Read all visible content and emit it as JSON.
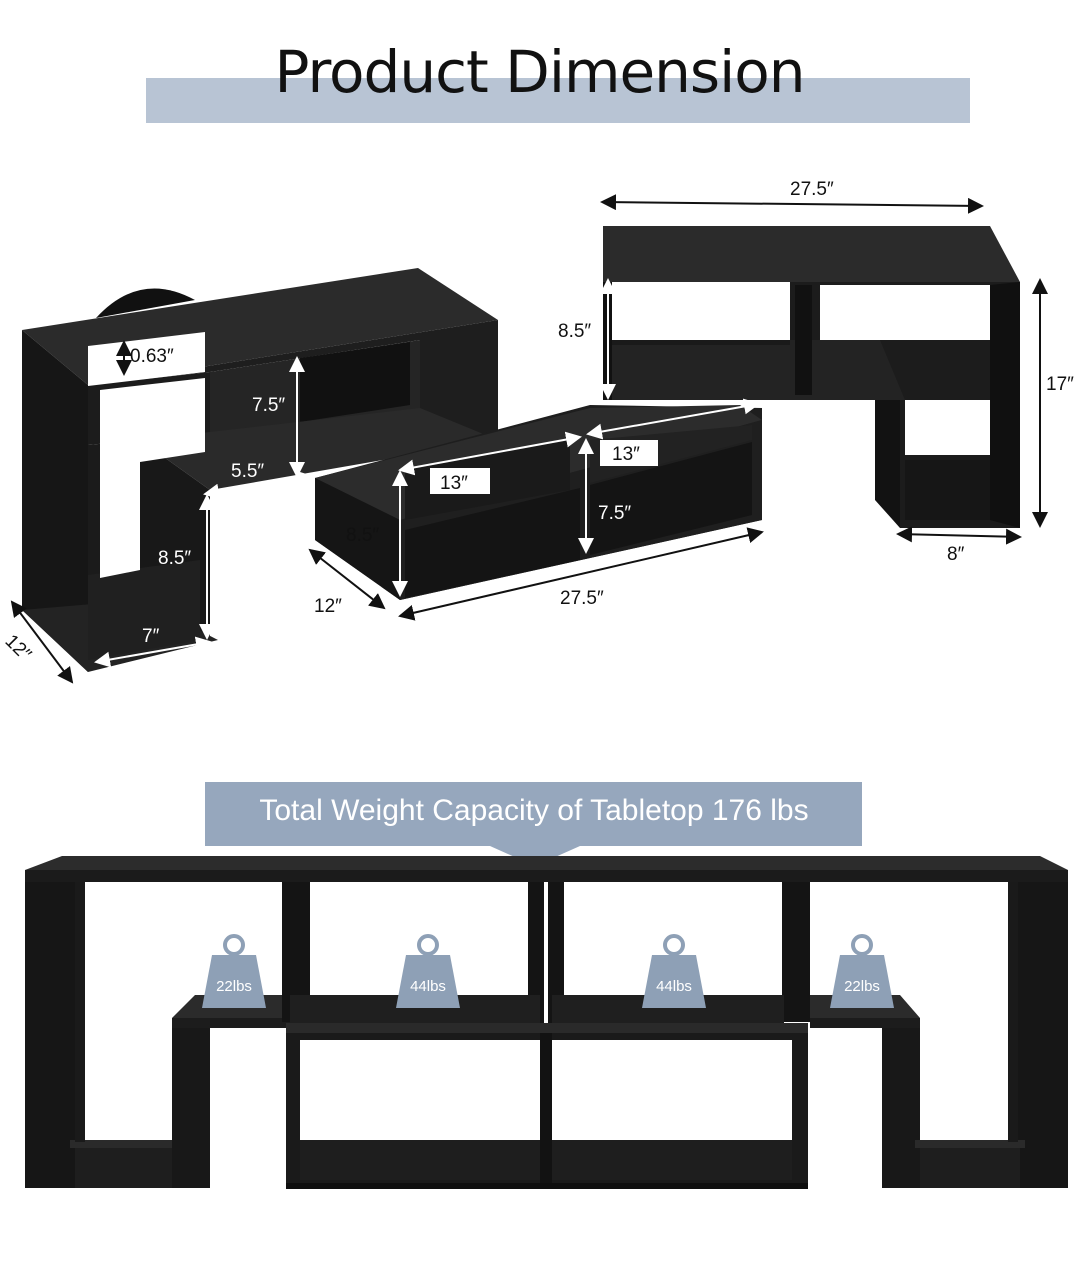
{
  "title": "Product Dimension",
  "dimensions": {
    "top_width": "27.5″",
    "right_height": "17″",
    "right_upper_gap": "8.5″",
    "right_bottom_width": "8″",
    "center_opening_a": "13″",
    "center_opening_b": "13″",
    "center_height_a": "8.5″",
    "center_height_b": "7.5″",
    "center_depth": "12″",
    "center_width": "27.5″",
    "left_board": "0.63″",
    "left_upper_height": "7.5″",
    "left_step": "5.5″",
    "left_lower_height": "8.5″",
    "left_bottom_width": "7″",
    "left_depth": "12″"
  },
  "capacity": {
    "label": "Total Weight Capacity of  Tabletop 176 lbs",
    "weights": [
      "22lbs",
      "44lbs",
      "44lbs",
      "22lbs"
    ]
  },
  "colors": {
    "furniture": "#1e1e1e",
    "furniture_edge": "#0e0e0e",
    "inner": "#2a2a2a",
    "band": "#b8c4d4",
    "callout": "#96a7bd",
    "weight_icon": "#8ea0b6"
  }
}
